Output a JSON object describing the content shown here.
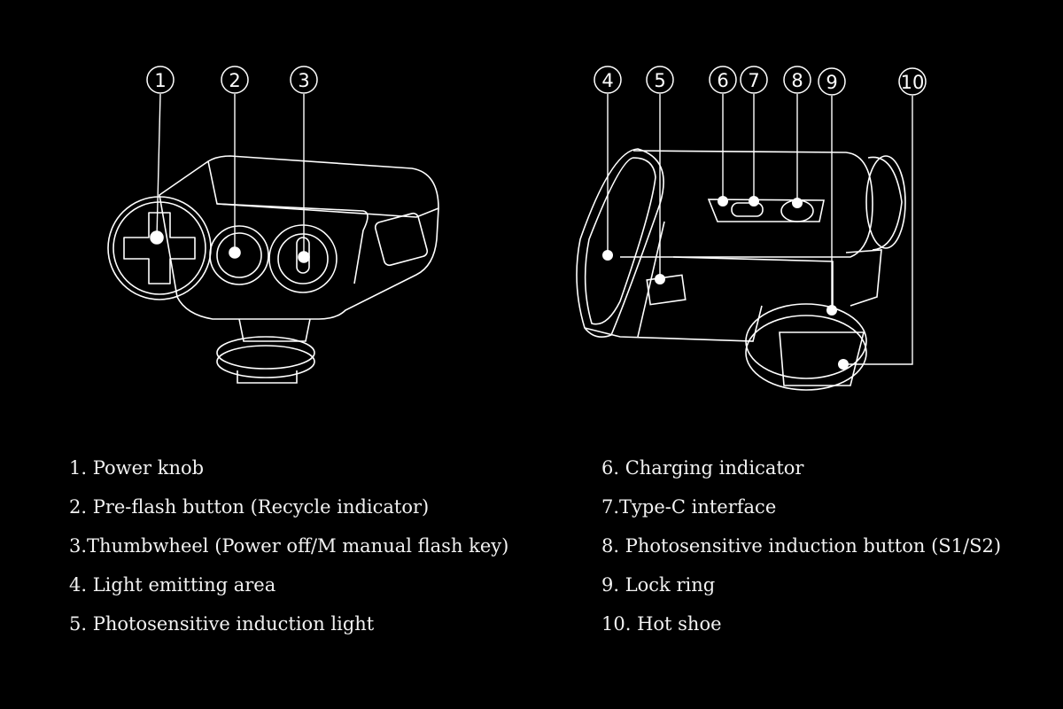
{
  "callouts": [
    "1",
    "2",
    "3",
    "4",
    "5",
    "6",
    "7",
    "8",
    "9",
    "10"
  ],
  "legend": {
    "left": [
      "1. Power knob",
      "2. Pre-flash button (Recycle indicator)",
      "3.Thumbwheel (Power off/M manual flash key)",
      "4. Light emitting area",
      "5. Photosensitive induction light"
    ],
    "right": [
      "6. Charging indicator",
      "7.Type-C interface",
      "8. Photosensitive induction button (S1/S2)",
      "9. Lock ring",
      "10. Hot shoe"
    ]
  },
  "colors": {
    "background": "#000000",
    "line": "#ffffff"
  }
}
